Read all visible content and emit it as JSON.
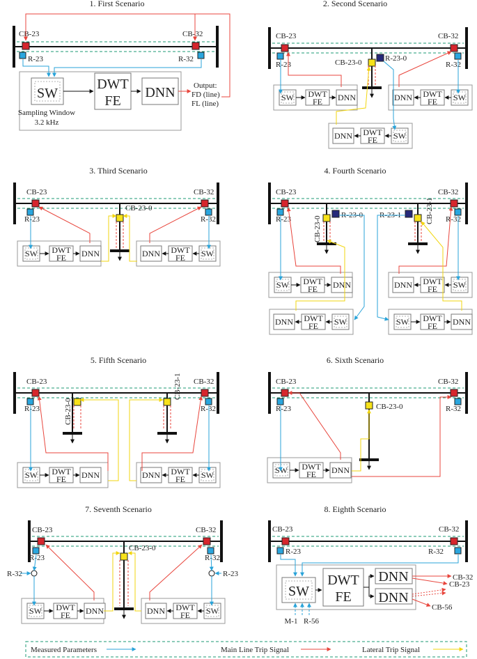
{
  "colors": {
    "measured": "#29a3d9",
    "main_trip": "#e8453c",
    "lateral_trip": "#f5e21e",
    "breaker_main": "#d6262d",
    "sensor": "#2aa6de",
    "lateral_breaker": "#f7e21a",
    "relay_lateral": "#26297a",
    "dashed_green": "#1b9a73",
    "box_border": "#888888"
  },
  "titles": {
    "s1": "1. First Scenario",
    "s2": "2. Second Scenario",
    "s3": "3. Third Scenario",
    "s4": "4. Fourth Scenario",
    "s5": "5. Fifth Scenario",
    "s6": "6. Sixth Scenario",
    "s7": "7. Seventh Scenario",
    "s8": "8. Eighth Scenario"
  },
  "labels": {
    "cb23": "CB-23",
    "cb32": "CB-32",
    "r23": "R-23",
    "r32": "R-32",
    "cb230": "CB-23-0",
    "cb231": "CB-23-1",
    "r230": "R-23-0",
    "r231": "R-23-1",
    "sw": "SW",
    "dwt": "DWT",
    "fe": "FE",
    "dnn": "DNN",
    "sampling_window": "Sampling Window",
    "sampling_rate": "3.2 kHz",
    "output": "Output:",
    "fd": "FD (line)",
    "fl": "FL (line)",
    "m1": "M-1",
    "r56": "R-56",
    "cb56": "CB-56"
  },
  "legend": {
    "measured": "Measured Parameters",
    "main": "Main Line Trip Signal",
    "lateral": "Lateral Trip Signal"
  }
}
